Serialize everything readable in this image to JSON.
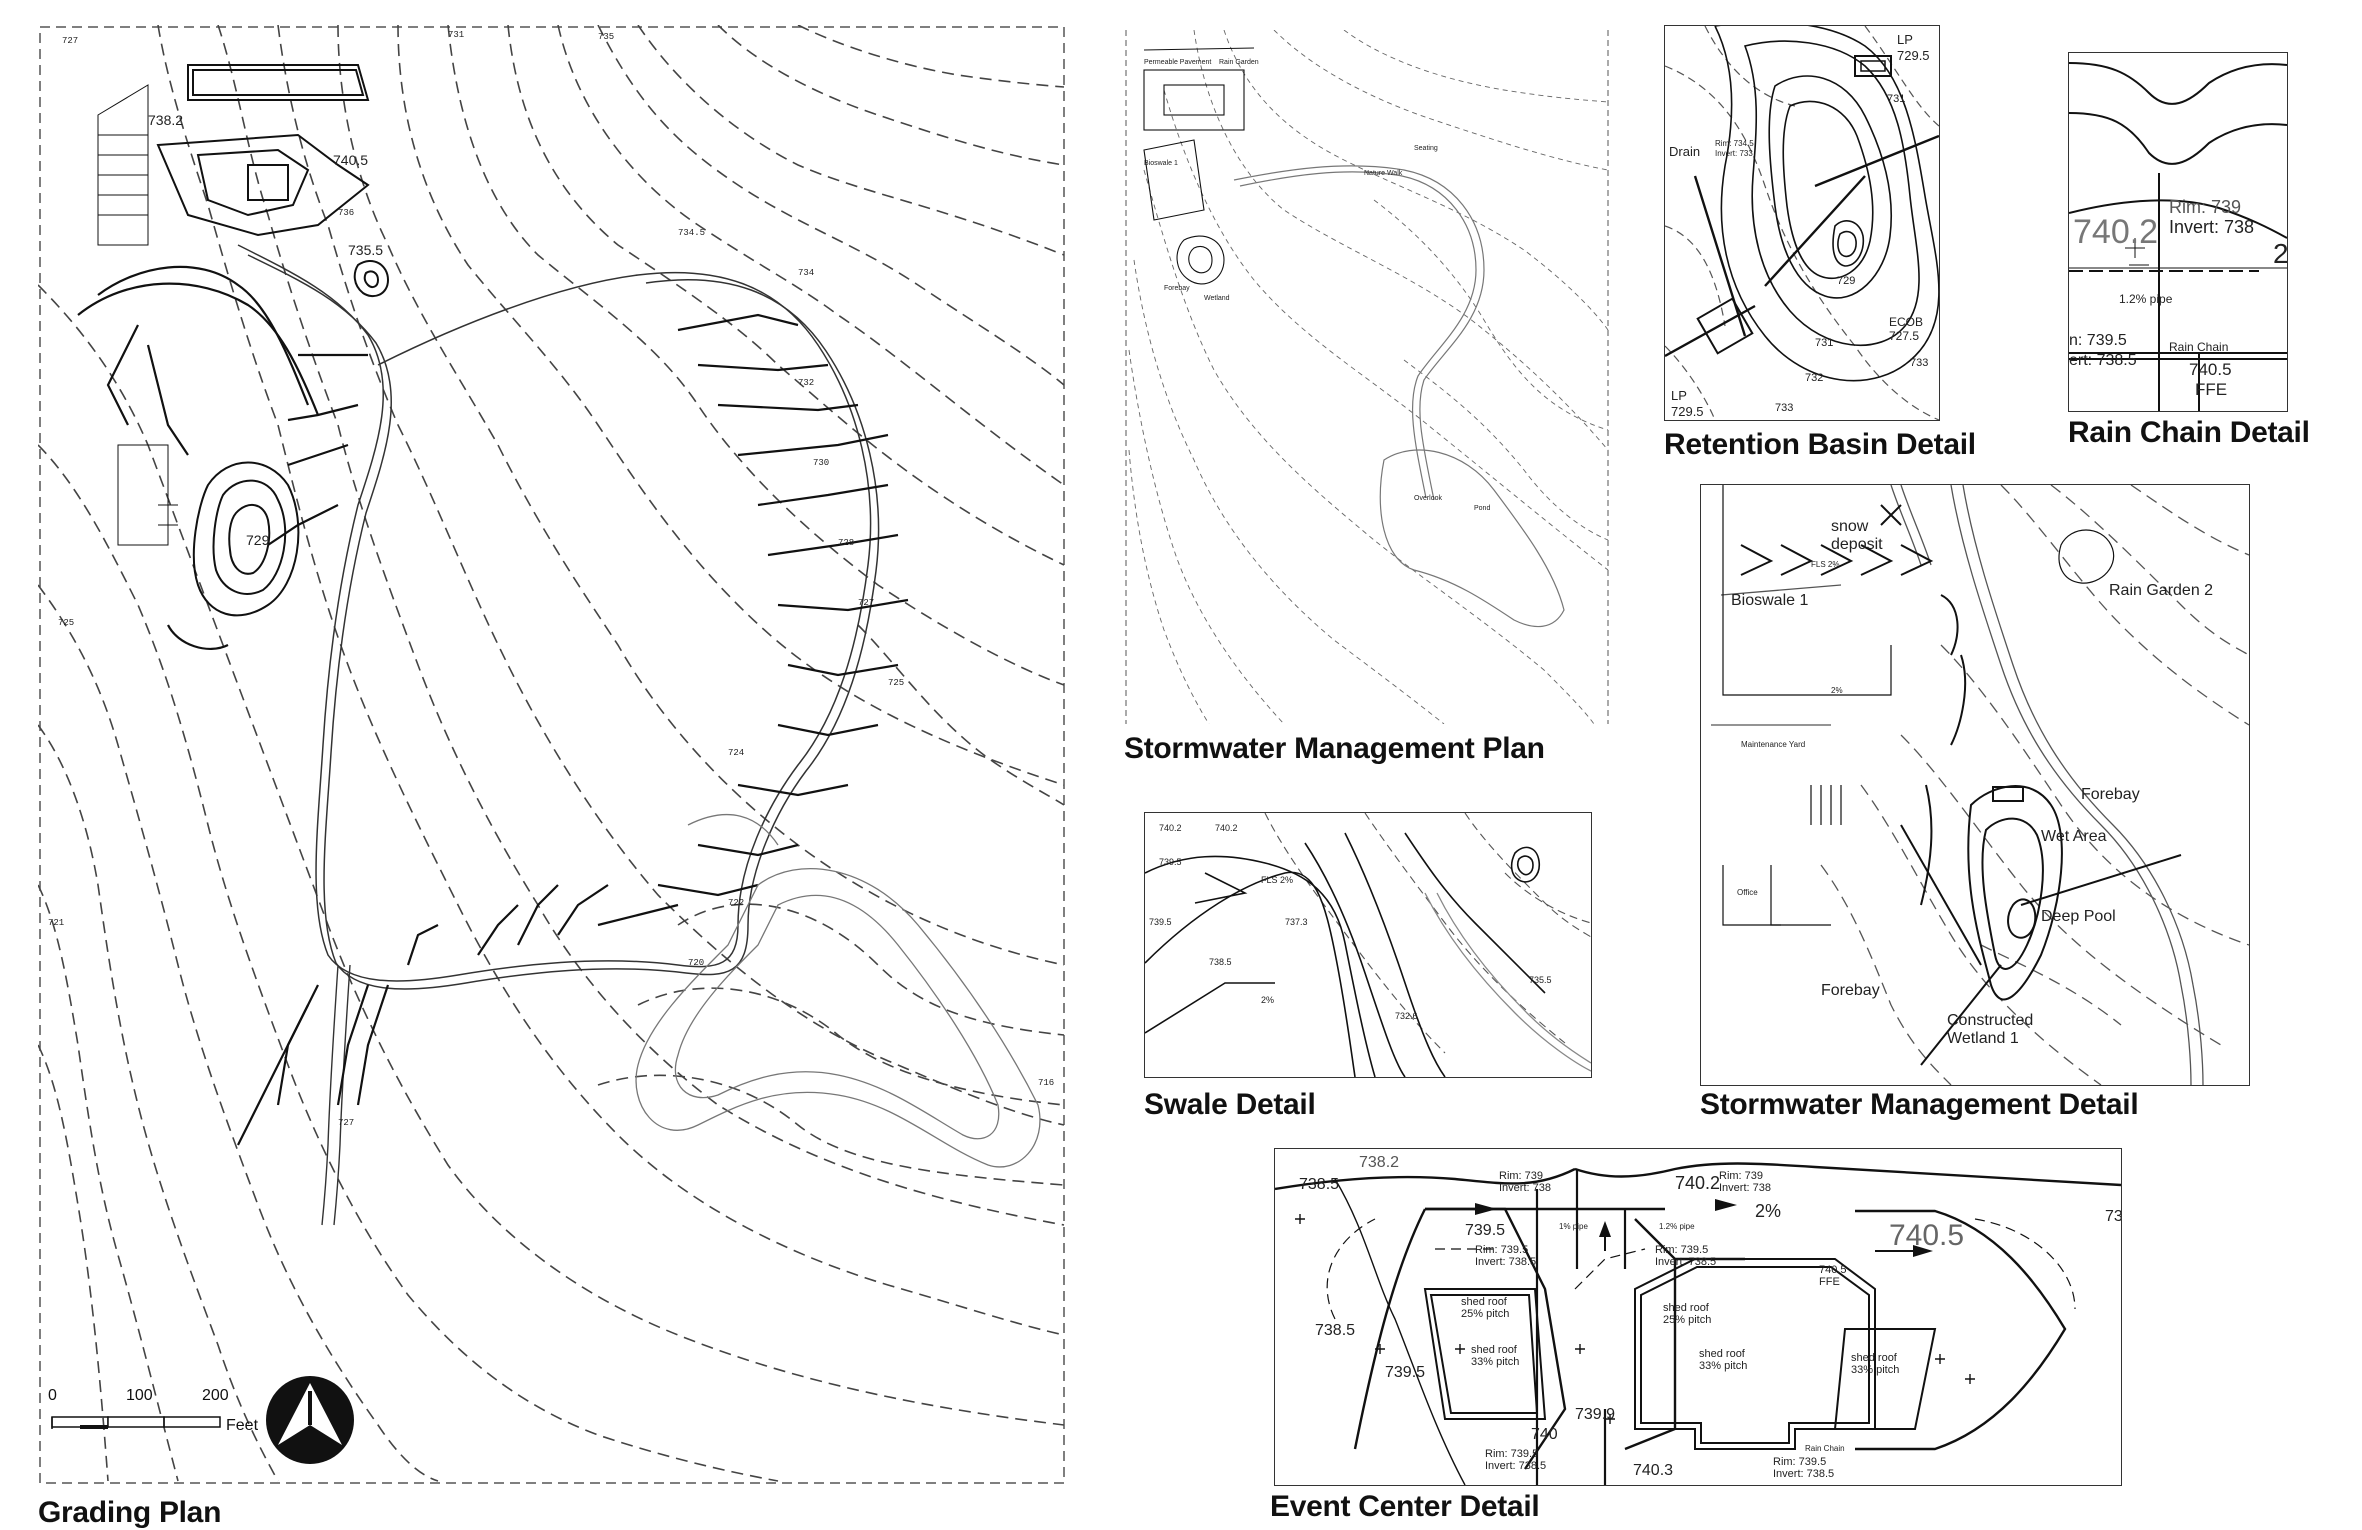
{
  "captions": {
    "grading_plan": "Grading Plan",
    "stormwater_plan": "Stormwater Management Plan",
    "swale_detail": "Swale Detail",
    "stormwater_detail": "Stormwater Management Detail",
    "retention_basin": "Retention Basin Detail",
    "rain_chain": "Rain Chain Detail",
    "event_center": "Event Center Detail"
  },
  "scale_bar": {
    "ticks": [
      "0",
      "100",
      "200"
    ],
    "unit": "Feet"
  },
  "grading": {
    "elev_a": "740.5",
    "elev_b": "735.5",
    "elev_c": "729",
    "elev_d": "738.2"
  },
  "retention": {
    "lp_top": "LP",
    "lp_top_val": "729.5",
    "lp_bot": "LP",
    "lp_bot_val": "729.5",
    "drain": "Drain",
    "contours": [
      "731",
      "733",
      "732",
      "733",
      "729",
      "731"
    ],
    "rim": "Rim: 734.5",
    "invert": "Invert: 733",
    "ecob": "ECOB",
    "ecob_val": "727.5"
  },
  "rain_chain": {
    "elev": "740.2",
    "rim": "Rim: 739",
    "invert": "Invert: 738",
    "pipe": "1.2% pipe",
    "rim2": "n: 739.5",
    "invert2": "ert: 738.5",
    "chain": "Rain Chain",
    "ffe_val": "740.5",
    "ffe": "FFE",
    "two": "2"
  },
  "stormwater_detail": {
    "snow": "snow",
    "deposit": "deposit",
    "bioswale": "Bioswale 1",
    "rain_garden": "Rain Garden 2",
    "forebay_top": "Forebay",
    "wet_area": "Wet Area",
    "deep_pool": "Deep Pool",
    "forebay_bot": "Forebay",
    "wetland_a": "Constructed",
    "wetland_b": "Wetland 1",
    "maint": "Maintenance Yard",
    "office": "Office",
    "pct": "2%",
    "fls": "FLS 2%"
  },
  "swale": {
    "e1": "740.2",
    "e2": "740.2",
    "e3": "739.5",
    "e4": "739.5",
    "e5": "738.5",
    "e6": "737.3",
    "e7": "735.5",
    "e8": "732.6",
    "fls": "FLS 2%",
    "pct": "2%"
  },
  "stormwater_plan": {
    "p1": "Permeable Pavement",
    "p2": "Rain Garden",
    "p3": "Bioswale 1",
    "p4": "Forebay",
    "p5": "Wetland",
    "p6": "Seating",
    "p7": "Nature Walk",
    "p8": "Overlook",
    "p9": "Pond"
  },
  "event_center": {
    "e738_2": "738.2",
    "e738_5": "738.5",
    "e740_2": "740.2",
    "rim1": "Rim: 739",
    "inv1": "Invert: 738",
    "rim2": "Rim: 739",
    "inv2": "Invert: 738",
    "pct": "2%",
    "e739_5a": "739.5",
    "e740_5big": "740.5",
    "pipe1": "1% pipe",
    "pipe2": "1.2% pipe",
    "rim3": "Rim: 739.5",
    "inv3": "Invert: 738.5",
    "rim4": "Rim: 739.5",
    "inv4": "Invert: 738.5",
    "ffe740_5": "740.5",
    "ffe": "FFE",
    "shed1a": "shed roof",
    "shed1b": "25% pitch",
    "shed2a": "shed roof",
    "shed2b": "33% pitch",
    "shed3a": "shed roof",
    "shed3b": "25% pitch",
    "shed4a": "shed roof",
    "shed4b": "33% pitch",
    "shed5a": "shed roof",
    "shed5b": "33% pitch",
    "e739_5b": "739.5",
    "e739_9": "739.9",
    "e740_3": "740.3",
    "e740": "740",
    "rim5": "Rim: 739.5",
    "inv5": "Invert: 738.5",
    "rim6": "Rim: 739.5",
    "inv6": "Invert: 738.5",
    "chain": "Rain Chain",
    "e73": "73",
    "e738_5b": "738.5"
  }
}
